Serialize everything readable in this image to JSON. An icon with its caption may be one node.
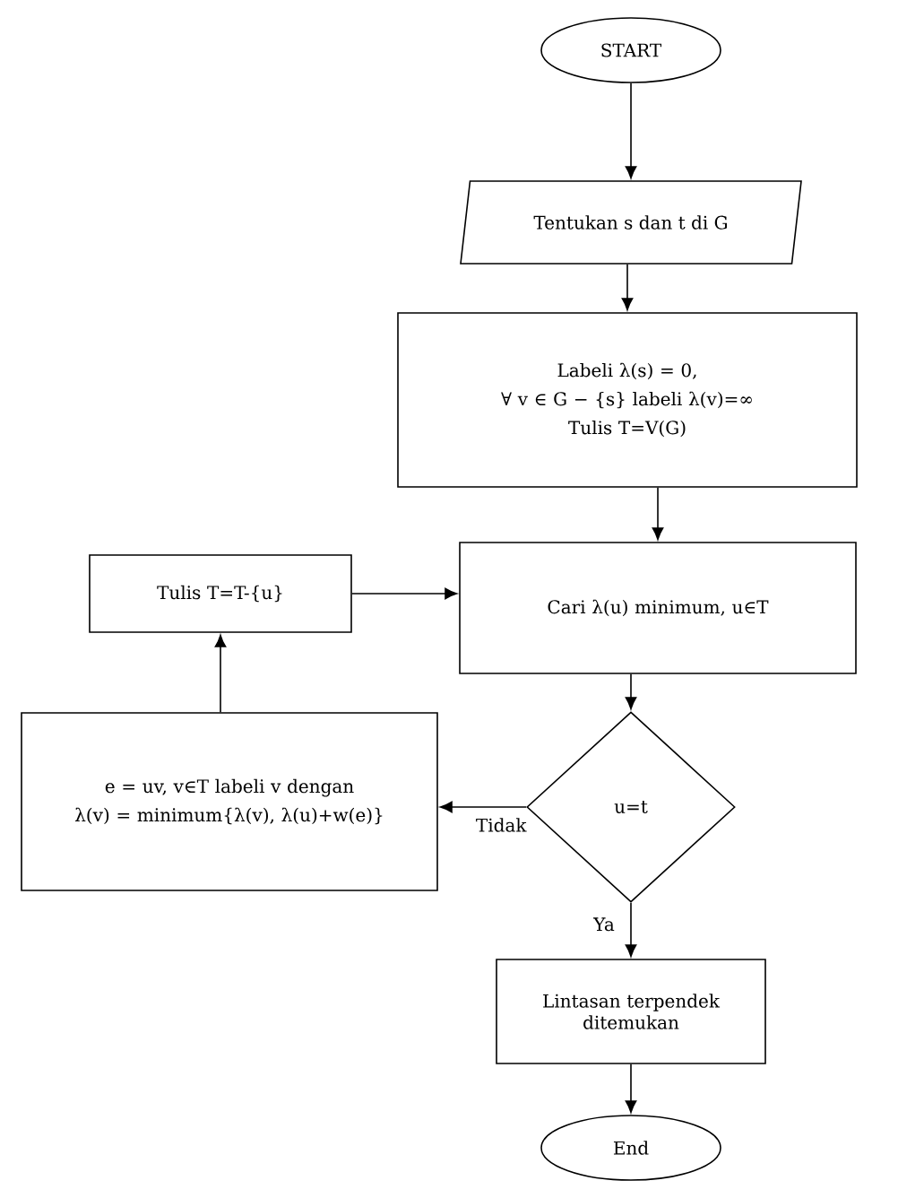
{
  "diagram": {
    "nodes": [
      {
        "text": [
          "START"
        ]
      },
      {
        "text": [
          "Tentukan s dan t di G"
        ]
      },
      {
        "text": [
          "Labeli λ(s) = 0,",
          "∀ v ∈ G − {s} labeli λ(v)=∞",
          "Tulis T=V(G)"
        ]
      },
      {
        "text": [
          "Tulis T=T-{u}"
        ]
      },
      {
        "text": [
          "Cari λ(u) minimum, u∈T"
        ]
      },
      {
        "text": [
          "u=t"
        ]
      },
      {
        "text": [
          "e = uv, v∈T labeli v dengan",
          "λ(v) = minimum{λ(v), λ(u)+w(e)}"
        ]
      },
      {
        "text": [
          "Lintasan terpendek ditemukan"
        ]
      },
      {
        "text": [
          "End"
        ]
      }
    ],
    "edges": [
      {
        "from": 0,
        "to": 1,
        "arrow": "to"
      },
      {
        "from": 1,
        "to": 2,
        "arrow": "to"
      },
      {
        "from": 2,
        "to": 4,
        "arrow": "to"
      },
      {
        "from": 4,
        "to": 5,
        "arrow": "to"
      },
      {
        "from": 5,
        "to": 6,
        "arrow": "to",
        "label": "Tidak"
      },
      {
        "from": 6,
        "to": 3,
        "arrow": "to"
      },
      {
        "from": 3,
        "to": 4,
        "arrow": "to"
      },
      {
        "from": 5,
        "to": 7,
        "arrow": "to",
        "label": "Ya"
      },
      {
        "from": 7,
        "to": 8,
        "arrow": "to"
      }
    ]
  }
}
